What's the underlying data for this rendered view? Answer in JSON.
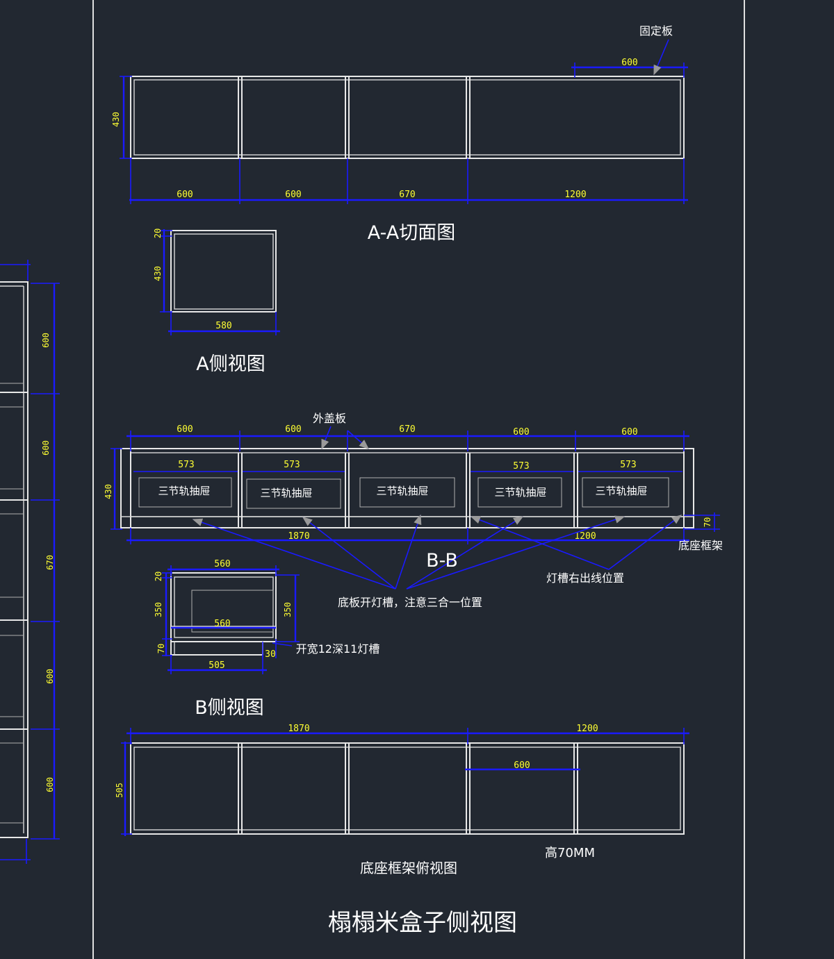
{
  "title": "榻榻米盒子侧视图",
  "views": {
    "aa_section": {
      "title": "A-A切面图",
      "callout": "固定板",
      "dims_bottom": [
        "600",
        "600",
        "670",
        "1200"
      ],
      "dim_top": "600",
      "dim_height": "430"
    },
    "a_side": {
      "title": "A侧视图",
      "dim_top": "20",
      "dim_height": "430",
      "dim_width": "580"
    },
    "bb_section": {
      "title": "B-B",
      "callout_cover": "外盖板",
      "dims_top": [
        "600",
        "600",
        "670",
        "600",
        "600"
      ],
      "dims_inner": [
        "573",
        "573",
        "573",
        "573"
      ],
      "drawer_label": "三节轨抽屉",
      "dim_height": "430",
      "dims_bottom": [
        "1870",
        "1200"
      ],
      "dim_base": "70",
      "base_label": "底座框架",
      "note_groove": "底板开灯槽，注意三合一位置",
      "note_wire": "灯槽右出线位置"
    },
    "b_side": {
      "title": "B侧视图",
      "dim_top": "560",
      "dim_inner": "560",
      "dim_bottom": "505",
      "dim_left_top": "20",
      "dim_left_mid": "350",
      "dim_left_bottom": "70",
      "dim_right": "350",
      "dim_small": "30",
      "note": "开宽12深11灯槽"
    },
    "base_plan": {
      "title": "底座框架俯视图",
      "dims_top": [
        "1870",
        "1200"
      ],
      "dim_inner": "600",
      "dim_height": "505",
      "height_note": "高70MM"
    },
    "left_partial": {
      "dims": [
        "600",
        "600",
        "670",
        "600",
        "600"
      ]
    }
  },
  "colors": {
    "background": "#222831",
    "line": "#e8e8e8",
    "dimension": "#1a1aff",
    "dimension_text": "#ffff33",
    "label_text": "#ffffff"
  }
}
